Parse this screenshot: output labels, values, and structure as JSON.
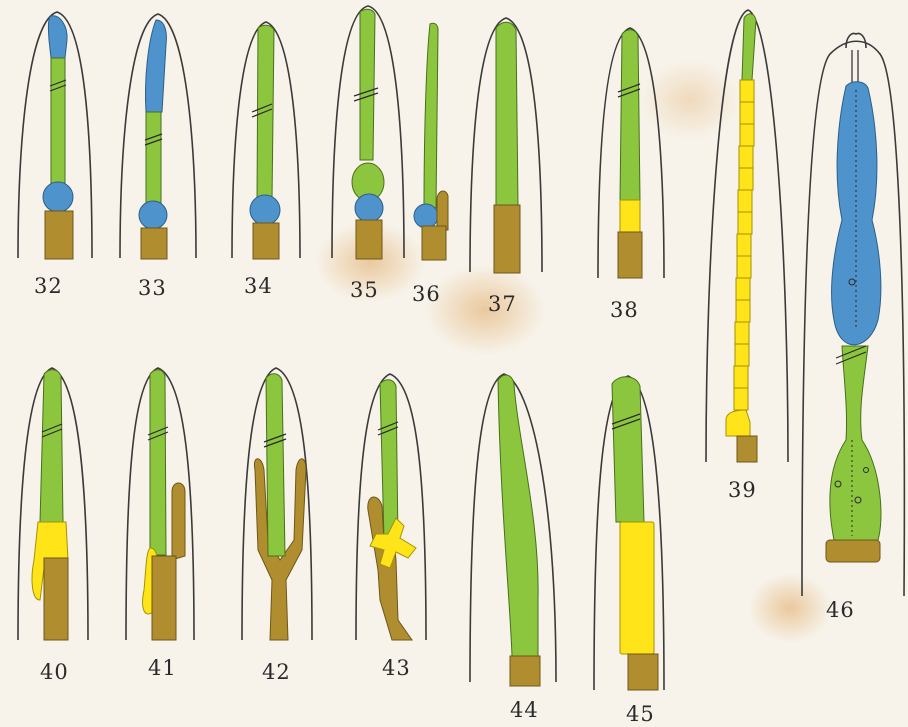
{
  "plate": {
    "figure_numbers": [
      "32",
      "33",
      "34",
      "35",
      "36",
      "37",
      "38",
      "39",
      "40",
      "41",
      "42",
      "43",
      "44",
      "45",
      "46"
    ]
  },
  "colors": {
    "paper": "#f7f3ea",
    "outline": "#3a3a3a",
    "green": "#8cc63f",
    "blue": "#4f93cc",
    "yellow": "#ffe41a",
    "ochre": "#b08d2e",
    "stain": "#eac79a"
  }
}
